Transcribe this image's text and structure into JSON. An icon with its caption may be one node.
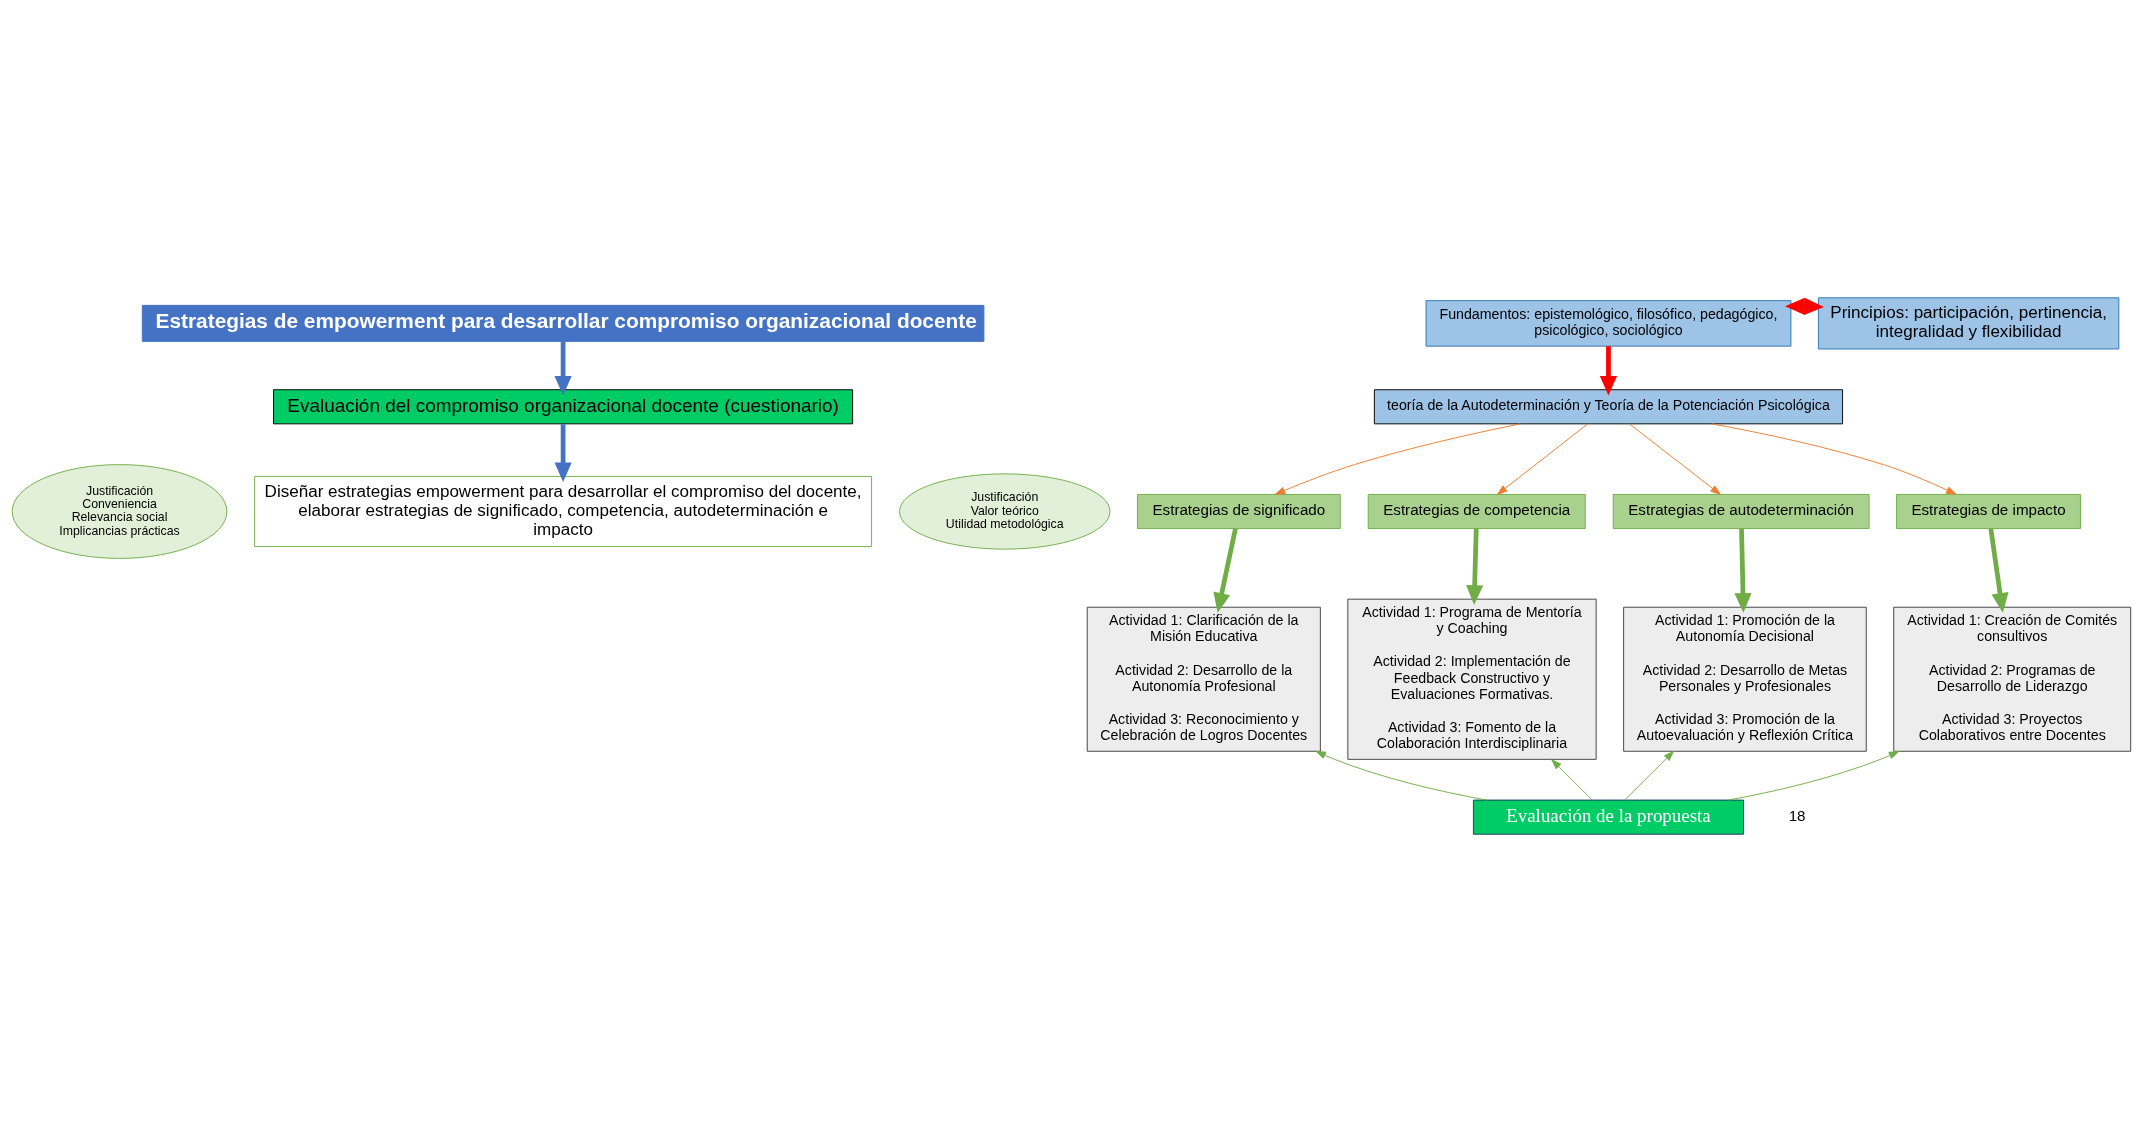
{
  "diagram": {
    "title": "Estrategias de empowerment para desarrollar compromiso organizacional docente",
    "nodes": [
      {
        "text": [
          "Evaluación del compromiso organizacional docente (cuestionario)"
        ]
      },
      {
        "text": [
          "Justificación",
          "Conveniencia",
          "Relevancia social",
          "Implicancias prácticas"
        ]
      },
      {
        "text": [
          "Diseñar estrategias empowerment para desarrollar el compromiso del docente, elaborar estrategias de significado, competencia, autodeterminación e impacto"
        ]
      },
      {
        "text": [
          "Justificación",
          "Valor teórico",
          "Utilidad metodológica"
        ]
      },
      {
        "text": [
          "Fundamentos: epistemológico, filosófico, pedagógico, psicológico, sociológico"
        ]
      },
      {
        "text": [
          "Principios: participación, pertinencia, integralidad y flexibilidad"
        ]
      },
      {
        "text": [
          "teoría de la Autodeterminación y Teoría de la Potenciación Psicológica"
        ]
      },
      {
        "text": [
          "Estrategias de significado"
        ]
      },
      {
        "text": [
          "Estrategias de competencia"
        ]
      },
      {
        "text": [
          "Estrategias de autodeterminación"
        ]
      },
      {
        "text": [
          "Estrategias de impacto"
        ]
      },
      {
        "text": [
          "Actividad 1: Clarificación de la Misión Educativa",
          "Actividad 2: Desarrollo de la Autonomía Profesional",
          "Actividad 3: Reconocimiento y Celebración de Logros Docentes"
        ]
      },
      {
        "text": [
          "Actividad 1: Programa de Mentoría y Coaching",
          "Actividad 2: Implementación de Feedback Constructivo y Evaluaciones Formativas.",
          "Actividad 3: Fomento de la Colaboración Interdisciplinaria"
        ]
      },
      {
        "text": [
          "Actividad 1: Promoción de la Autonomía Decisional",
          "Actividad 2: Desarrollo de Metas Personales y Profesionales",
          "Actividad 3: Promoción de la Autoevaluación y Reflexión Crítica"
        ]
      },
      {
        "text": [
          "Actividad 1: Creación de Comités consultivos",
          "Actividad 2: Programas de Desarrollo de Liderazgo",
          "Actividad 3: Proyectos Colaborativos entre Docentes"
        ]
      },
      {
        "text": [
          "Evaluación de la propuesta"
        ]
      }
    ],
    "edges": [
      {
        "from": null,
        "to": 0,
        "arrow": "to",
        "style": "thick",
        "color": "#4472c4"
      },
      {
        "from": 0,
        "to": 2,
        "arrow": "to",
        "style": "thick",
        "color": "#4472c4"
      },
      {
        "from": 4,
        "to": 6,
        "arrow": "to",
        "style": "thick",
        "color": "#ff0000"
      },
      {
        "from": 4,
        "to": 5,
        "arrow": "both",
        "style": "thick",
        "color": "#ff0000"
      },
      {
        "from": 6,
        "to": 7,
        "arrow": "to",
        "color": "#ed7d31"
      },
      {
        "from": 6,
        "to": 8,
        "arrow": "to",
        "color": "#ed7d31"
      },
      {
        "from": 6,
        "to": 9,
        "arrow": "to",
        "color": "#ed7d31"
      },
      {
        "from": 6,
        "to": 10,
        "arrow": "to",
        "color": "#ed7d31"
      },
      {
        "from": 7,
        "to": 11,
        "arrow": "to",
        "style": "thick"
      },
      {
        "from": 8,
        "to": 12,
        "arrow": "to",
        "style": "thick"
      },
      {
        "from": 9,
        "to": 13,
        "arrow": "to",
        "style": "thick"
      },
      {
        "from": 10,
        "to": 14,
        "arrow": "to",
        "style": "thick"
      },
      {
        "from": 15,
        "to": 11,
        "arrow": "to"
      },
      {
        "from": 15,
        "to": 12,
        "arrow": "to"
      },
      {
        "from": 15,
        "to": 13,
        "arrow": "to"
      },
      {
        "from": 15,
        "to": 14,
        "arrow": "to"
      }
    ],
    "labels": [
      "18"
    ]
  }
}
